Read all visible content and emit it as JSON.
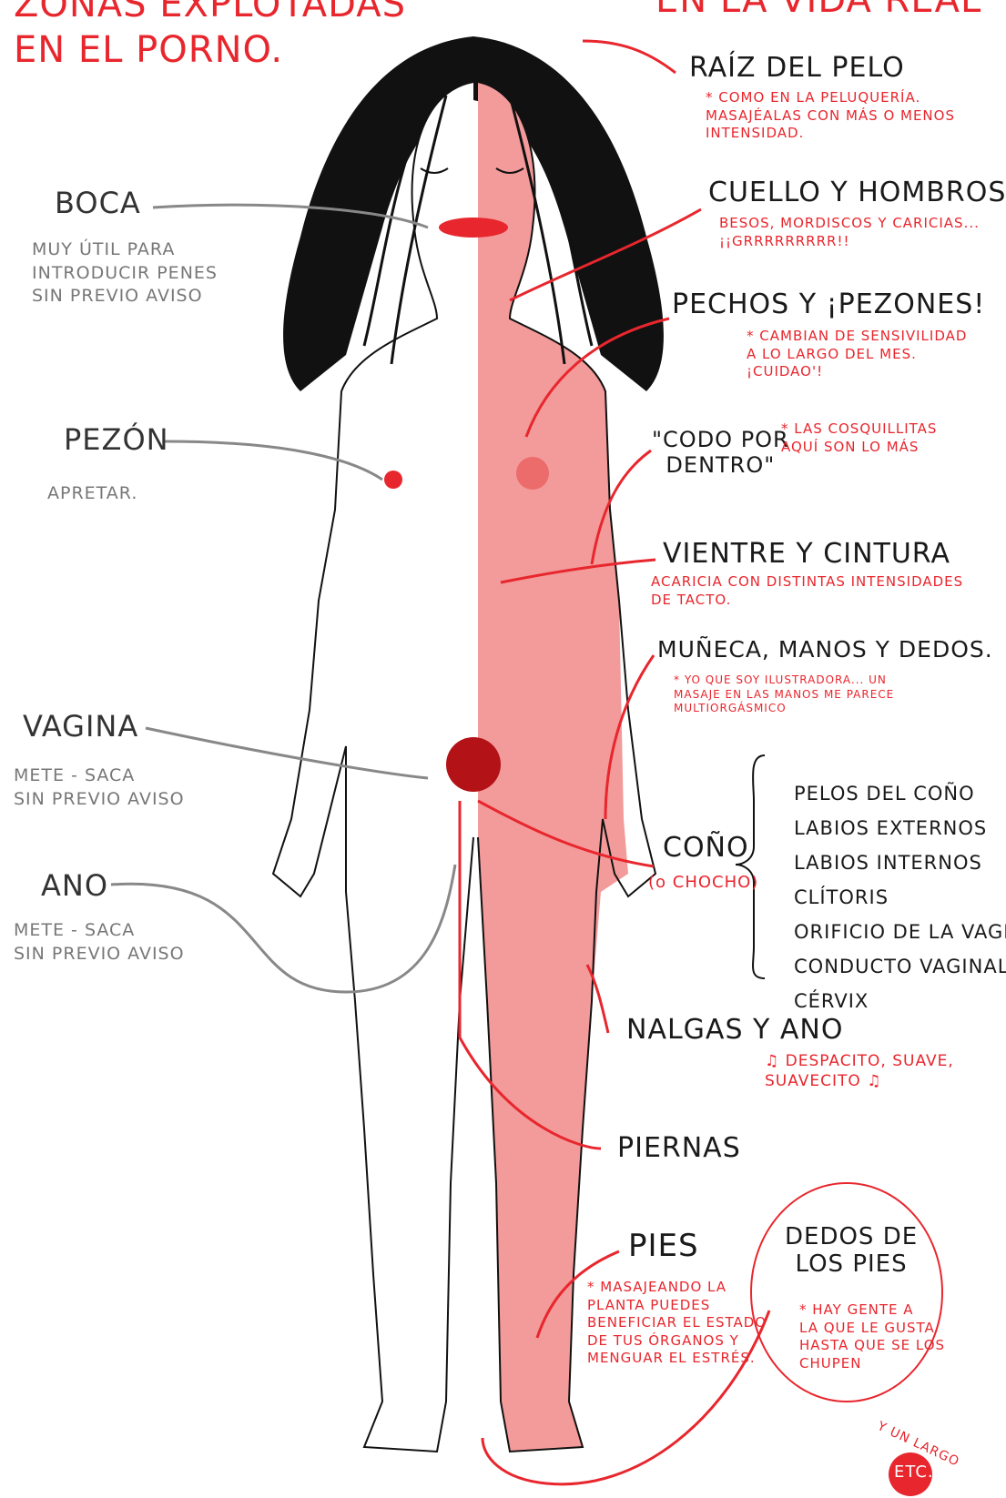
{
  "title_left": "ZONAS EXPLOTADAS\nEN EL PORNO.",
  "title_right": "EN LA VIDA REAL",
  "left_labels": {
    "boca": {
      "title": "BOCA",
      "note": "MUY ÚTIL PARA\nINTRODUCIR PENES\nSIN PREVIO AVISO"
    },
    "pezon": {
      "title": "PEZÓN",
      "note": "APRETAR."
    },
    "vagina": {
      "title": "VAGINA",
      "note": "METE - SACA\nSIN PREVIO AVISO"
    },
    "ano": {
      "title": "ANO",
      "note": "METE - SACA\nSIN PREVIO AVISO"
    }
  },
  "right_labels": {
    "raiz": {
      "title": "RAÍZ DEL PELO",
      "note": "* COMO EN LA PELUQUERÍA.\nMASAJÉALAS CON MÁS O MENOS\nINTENSIDAD."
    },
    "cuello": {
      "title": "CUELLO Y HOMBROS",
      "note": "BESOS, MORDISCOS Y CARICIAS...\n¡¡GRRRRRRRRR!!"
    },
    "pechos": {
      "title": "PECHOS Y ¡PEZONES!",
      "note": "* CAMBIAN DE SENSIVILIDAD\nA LO LARGO DEL MES.\n¡CUIDAO'!"
    },
    "codo": {
      "title": "\"CODO POR\nDENTRO\"",
      "note": "* LAS COSQUILLITAS\nAQUÍ SON LO MÁS"
    },
    "vientre": {
      "title": "VIENTRE Y CINTURA",
      "note": "ACARICIA CON DISTINTAS INTENSIDADES\nDE TACTO."
    },
    "muneca": {
      "title": "MUÑECA, MANOS Y DEDOS.",
      "note": "* YO QUE SOY ILUSTRADORA... UN\nMASAJE EN LAS MANOS ME PARECE\nMULTIORGÁSMICO"
    },
    "cono": {
      "title": "COÑO",
      "note": "(o CHOCHO)"
    },
    "nalgas": {
      "title": "NALGAS Y ANO",
      "note": "♫ DESPACITO, SUAVE,\nSUAVECITO ♫"
    },
    "piernas": {
      "title": "PIERNAS",
      "note": ""
    },
    "pies": {
      "title": "PIES",
      "note": "* MASAJEANDO LA\nPLANTA PUEDES\nBENEFICIAR EL ESTADO\nDE TUS ÓRGANOS Y\nMENGUAR EL ESTRÉS."
    },
    "dedos_pies": {
      "title": "DEDOS DE\nLOS PIES",
      "note": "* HAY GENTE A\nLA QUE LE GUSTA\nHASTA QUE SE LOS\nCHUPEN"
    }
  },
  "cono_list": [
    "PELOS DEL COÑO",
    "LABIOS EXTERNOS",
    "LABIOS INTERNOS",
    "CLÍTORIS",
    "ORIFICIO DE LA VAGINA",
    "CONDUCTO VAGINAL",
    "CÉRVIX"
  ],
  "etc_prefix": "Y UN LARGO",
  "etc_badge": "ETC.",
  "colors": {
    "accent_red": "#e8262d",
    "skin_red": "#f39a9a",
    "skin_dark": "#ec6b6b",
    "grey_text": "#777777",
    "hair": "#111111"
  }
}
